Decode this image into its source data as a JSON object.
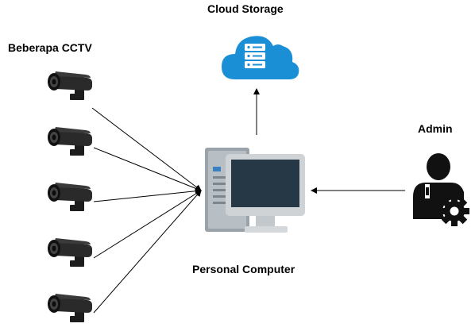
{
  "labels": {
    "cloud": "Cloud Storage",
    "cctv": "Beberapa CCTV",
    "admin": "Admin",
    "pc": "Personal Computer"
  },
  "nodes": {
    "cameras": [
      "cctv-camera-1",
      "cctv-camera-2",
      "cctv-camera-3",
      "cctv-camera-4",
      "cctv-camera-5"
    ],
    "cloud_icon": "cloud-database-icon",
    "pc_icon": "desktop-computer-icon",
    "admin_icon": "admin-user-gear-icon"
  },
  "colors": {
    "cloud": "#1a8fd6",
    "monitor_frame": "#cfd3d6",
    "screen": "#263745",
    "tower": "#9ba3aa",
    "camera": "#1d1d1d",
    "line": "#000000"
  }
}
